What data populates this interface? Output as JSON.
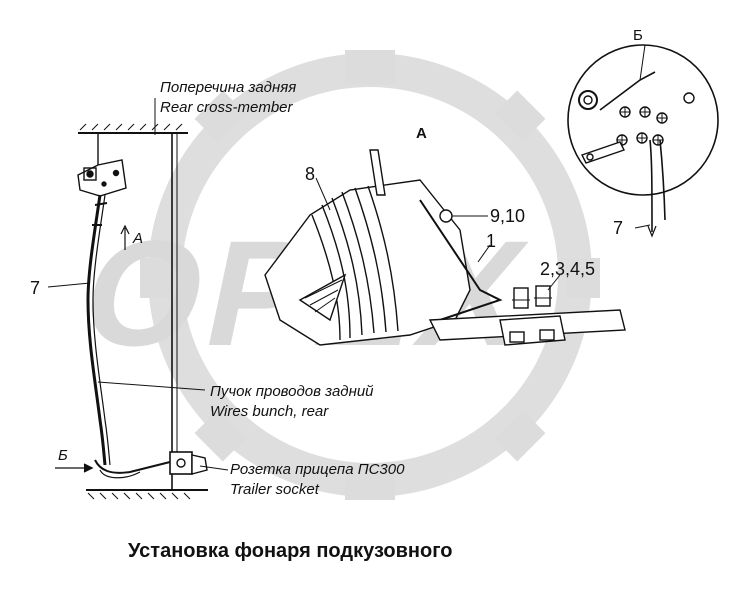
{
  "watermark": {
    "text": "OPEX",
    "color": "#d6d6d6"
  },
  "labels": {
    "rear_cross_member_ru": "Поперечина задняя",
    "rear_cross_member_en": "Rear cross-member",
    "view_a_top": "А",
    "view_a_side": "А",
    "view_b_top": "Б",
    "view_b_side": "Б",
    "part_8": "8",
    "part_9_10": "9,10",
    "part_1": "1",
    "part_2_5": "2,3,4,5",
    "part_7_left": "7",
    "part_7_right": "7",
    "wires_ru": "Пучок проводов задний",
    "wires_en": "Wires bunch, rear",
    "socket_ru": "Розетка прицепа ПС300",
    "socket_en": "Trailer socket"
  },
  "caption": "Установка фонаря подкузовного"
}
